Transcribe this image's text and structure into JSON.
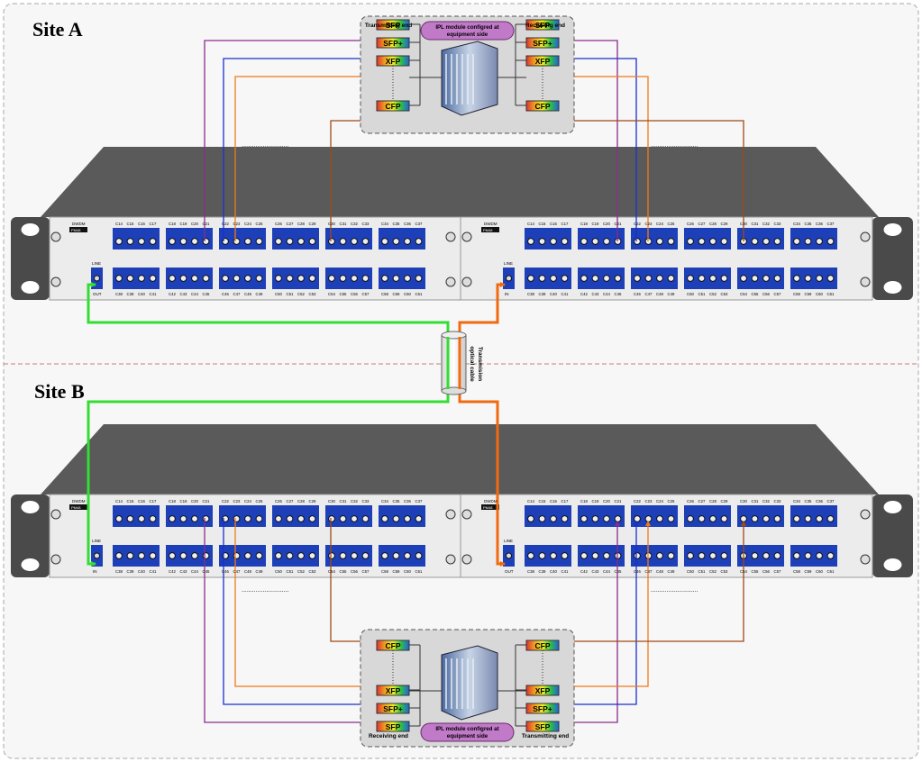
{
  "site_a": {
    "label": "Site A"
  },
  "site_b": {
    "label": "Site B"
  },
  "ipl_caption": "IPL module configred at equipment side",
  "transmitting_end": "Transmitting end",
  "receiving_end": "Receiving end",
  "cable_label": "Transmision optical cable",
  "mux_brand": "DWDM",
  "mux_model": "PM48",
  "line_label": "LINE",
  "port_in": "IN",
  "port_out": "OUT",
  "dots": "...........................",
  "modules": [
    "SFP",
    "SFP+",
    "XFP",
    "CFP"
  ],
  "top_channels": [
    "C14",
    "C15",
    "C16",
    "C17",
    "C18",
    "C19",
    "C20",
    "C21",
    "C22",
    "C23",
    "C24",
    "C25",
    "C26",
    "C27",
    "C28",
    "C29",
    "C30",
    "C31",
    "C32",
    "C33",
    "C34",
    "C35",
    "C36",
    "C37"
  ],
  "bottom_channels": [
    "C38",
    "C39",
    "C40",
    "C41",
    "C42",
    "C43",
    "C44",
    "C45",
    "C46",
    "C47",
    "C48",
    "C49",
    "C50",
    "C51",
    "C52",
    "C53",
    "C54",
    "C55",
    "C56",
    "C57",
    "C58",
    "C59",
    "C60",
    "C61"
  ],
  "colors": {
    "sfp": "#8b2c8b",
    "sfp_plus": "#1a2fd0",
    "xfp": "#f07a1a",
    "cfp": "#a04a16",
    "green_fiber": "#33dd33",
    "orange_fiber": "#f06a10",
    "port_blue": "#1d3fb8",
    "chassis": "#5a5a5a",
    "panel": "#ececec"
  }
}
